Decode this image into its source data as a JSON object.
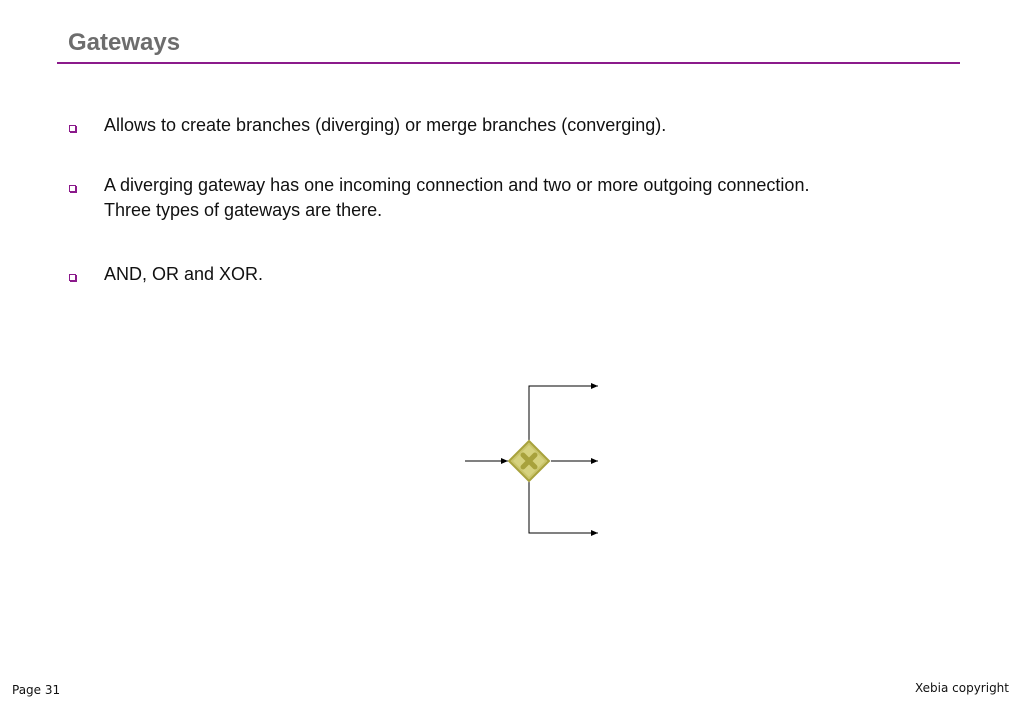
{
  "slide": {
    "title": "Gateways"
  },
  "bullets": [
    {
      "text": "Allows to create branches (diverging) or merge  branches (converging)."
    },
    {
      "line1": "A diverging gateway has one incoming connection and two or more outgoing connection.",
      "line2": "Three types of gateways are there."
    },
    {
      "text": "AND, OR and XOR."
    }
  ],
  "diagram": {
    "gateway_icon": "exclusive-gateway-x-icon",
    "gateway_fill": "#c9c46a",
    "gateway_border": "#a8a23c",
    "arrow_color": "#000000"
  },
  "footer": {
    "page": "Page 31",
    "copyright": "Xebia copyright"
  },
  "colors": {
    "accent": "#8b1a8b",
    "title": "#6d6d6d"
  }
}
